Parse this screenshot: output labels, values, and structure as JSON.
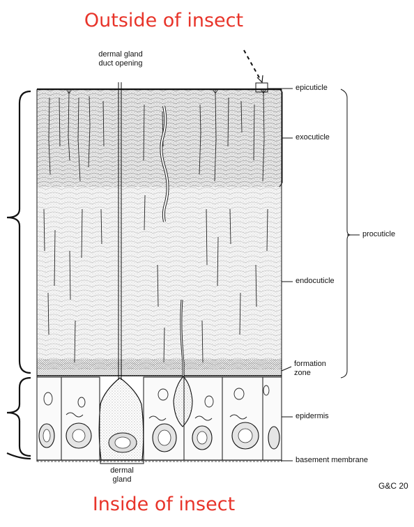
{
  "titles": {
    "outside": "Outside of insect",
    "inside": "Inside of insect"
  },
  "labels": {
    "dermal_gland_duct_opening_1": "dermal gland",
    "dermal_gland_duct_opening_2": "duct opening",
    "epicuticle": "epicuticle",
    "exocuticle": "exocuticle",
    "procuticle": "procuticle",
    "endocuticle": "endocuticle",
    "formation_zone_1": "formation",
    "formation_zone_2": "zone",
    "epidermis": "epidermis",
    "basement_membrane": "basement membrane",
    "dermal_gland_1": "dermal",
    "dermal_gland_2": "gland"
  },
  "credit": "G&C 20",
  "colors": {
    "title": "#e8342a",
    "ink": "#111111"
  }
}
